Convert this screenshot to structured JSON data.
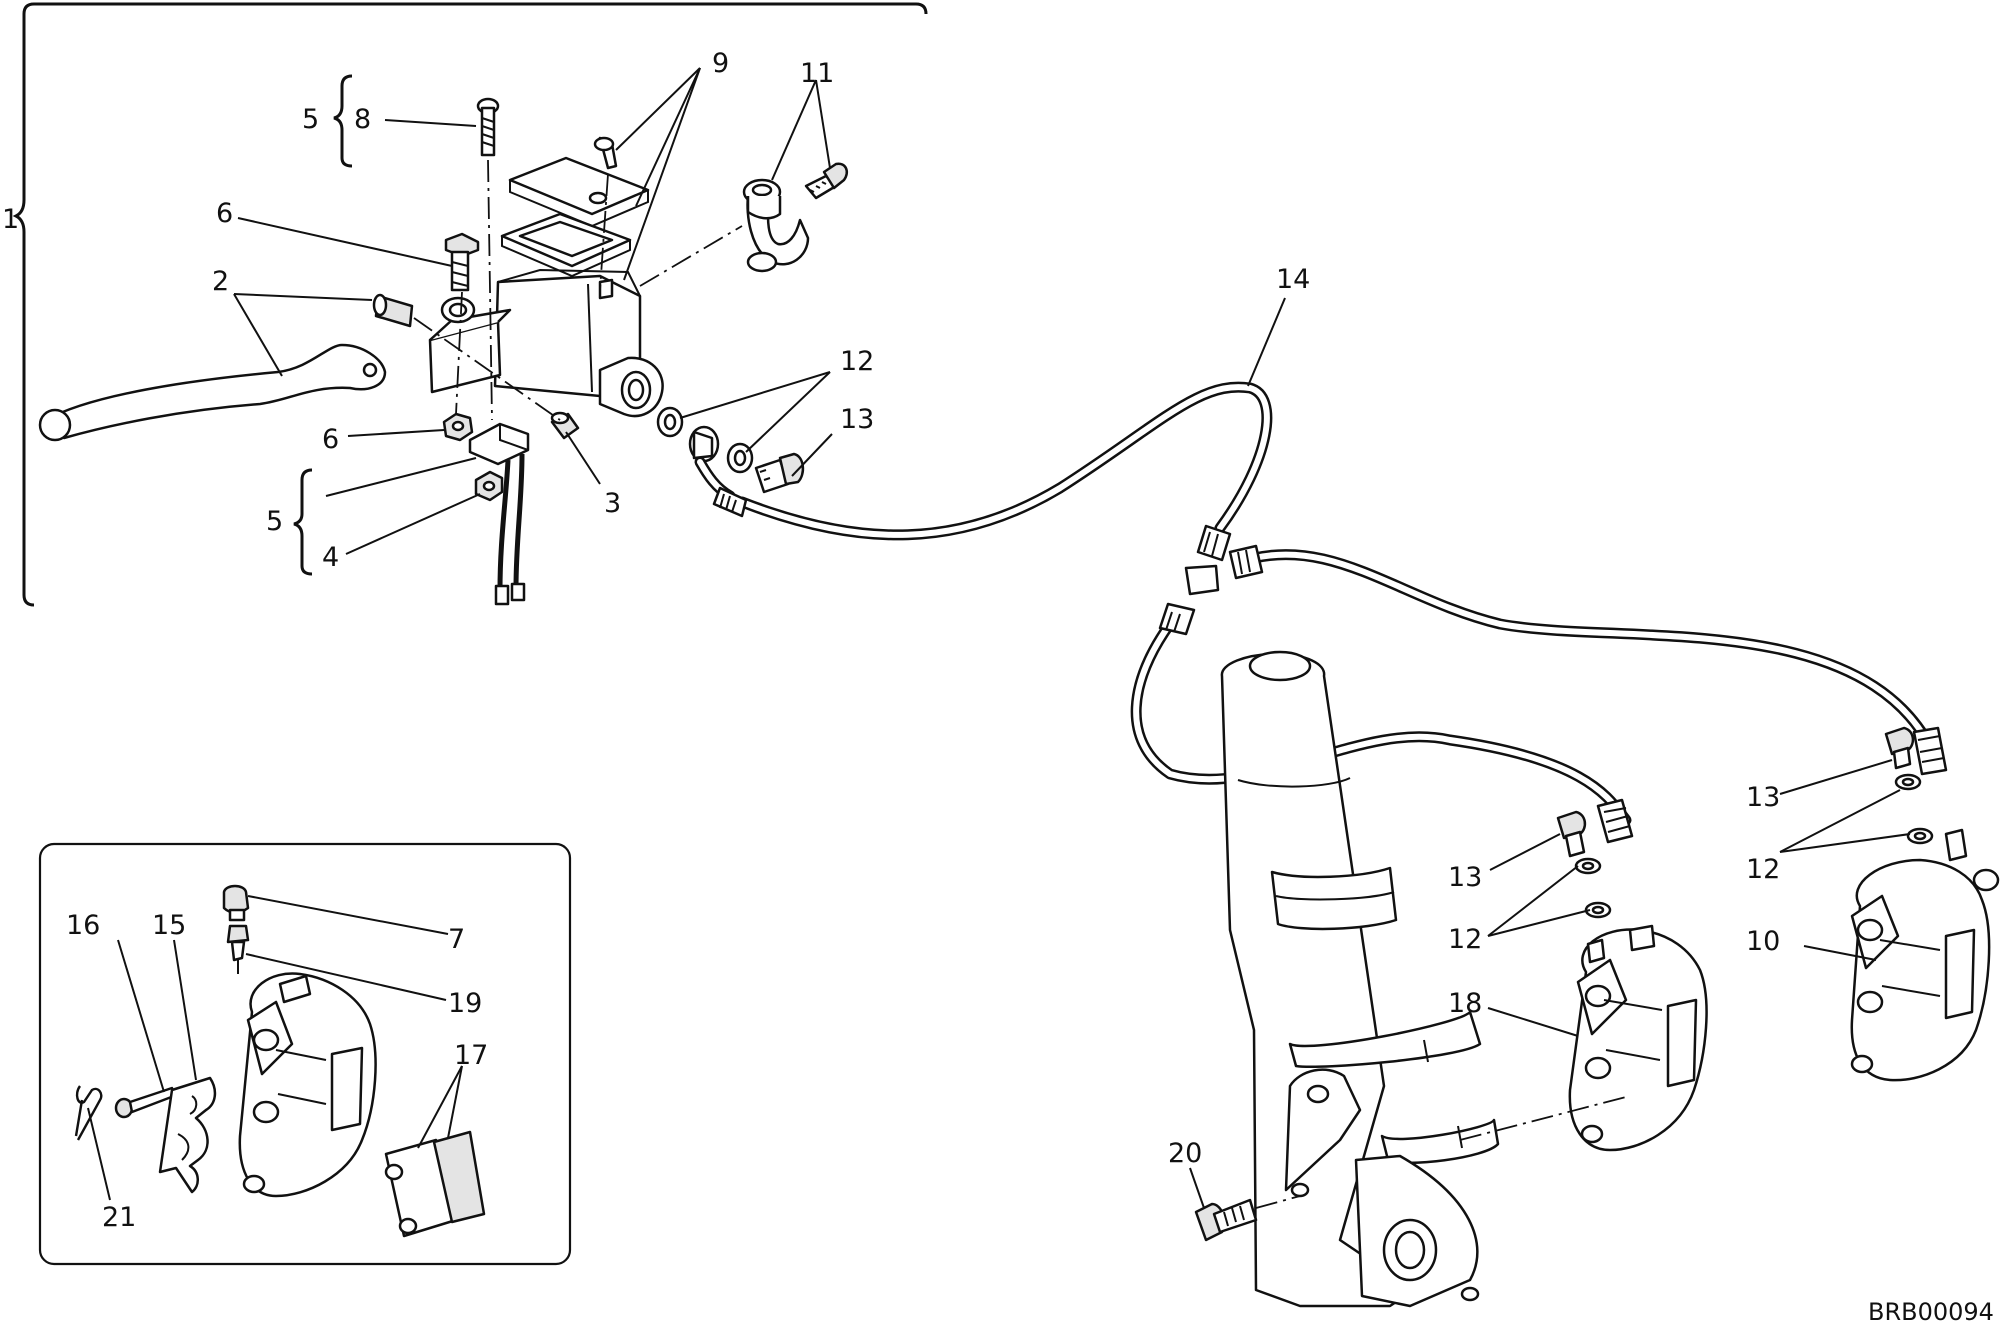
{
  "drawing_code": "BRB00094",
  "callouts": {
    "c1": "1",
    "c2": "2",
    "c3": "3",
    "c4": "4",
    "c5a": "5",
    "c5b": "5",
    "c6a": "6",
    "c6b": "6",
    "c7": "7",
    "c8": "8",
    "c9": "9",
    "c10": "10",
    "c11": "11",
    "c12a": "12",
    "c12b": "12",
    "c12c": "12",
    "c13a": "13",
    "c13b": "13",
    "c13c": "13",
    "c14": "14",
    "c15": "15",
    "c16": "16",
    "c17": "17",
    "c18": "18",
    "c19": "19",
    "c20": "20",
    "c21": "21"
  }
}
